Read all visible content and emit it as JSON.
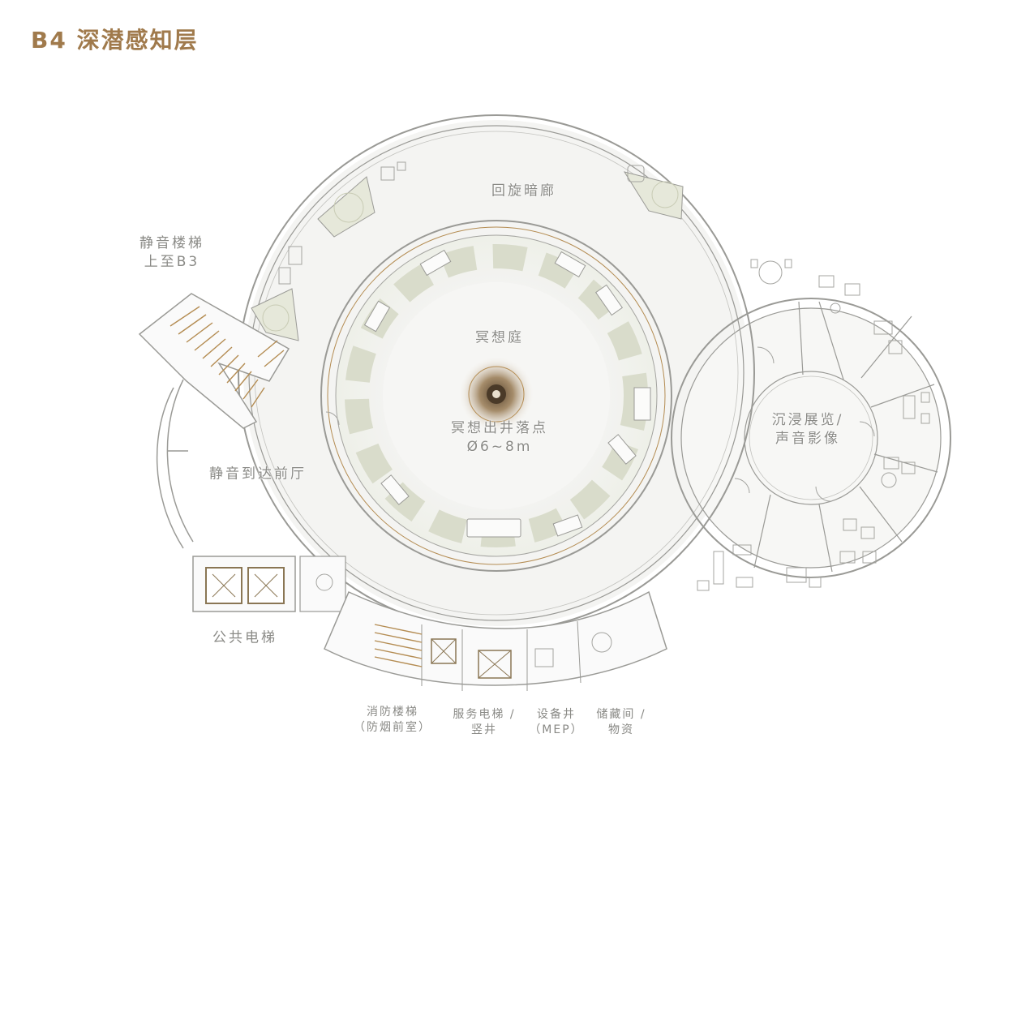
{
  "title": "B4 深潜感知层",
  "labels": {
    "corridor": "回旋暗廊",
    "court": "冥想庭",
    "shaft_line1": "冥想出井落点",
    "shaft_line2": "Ø6~8m",
    "stair_up_line1": "静音楼梯",
    "stair_up_line2": "上至B3",
    "lobby": "静音到达前厅",
    "exhibit_line1": "沉浸展览/",
    "exhibit_line2": "声音影像",
    "elevator": "公共电梯",
    "fire_stair_line1": "消防楼梯",
    "fire_stair_line2": "（防烟前室）",
    "service_lift_line1": "服务电梯 /",
    "service_lift_line2": "竖井",
    "mep_line1": "设备井",
    "mep_line2": "（MEP）",
    "storage_line1": "储藏间 /",
    "storage_line2": "物资"
  },
  "colors": {
    "title": "#a07a4c",
    "wall": "#9a9a96",
    "accent": "#b48c52",
    "planting": "#d9dccb",
    "label": "#8a8a86"
  }
}
